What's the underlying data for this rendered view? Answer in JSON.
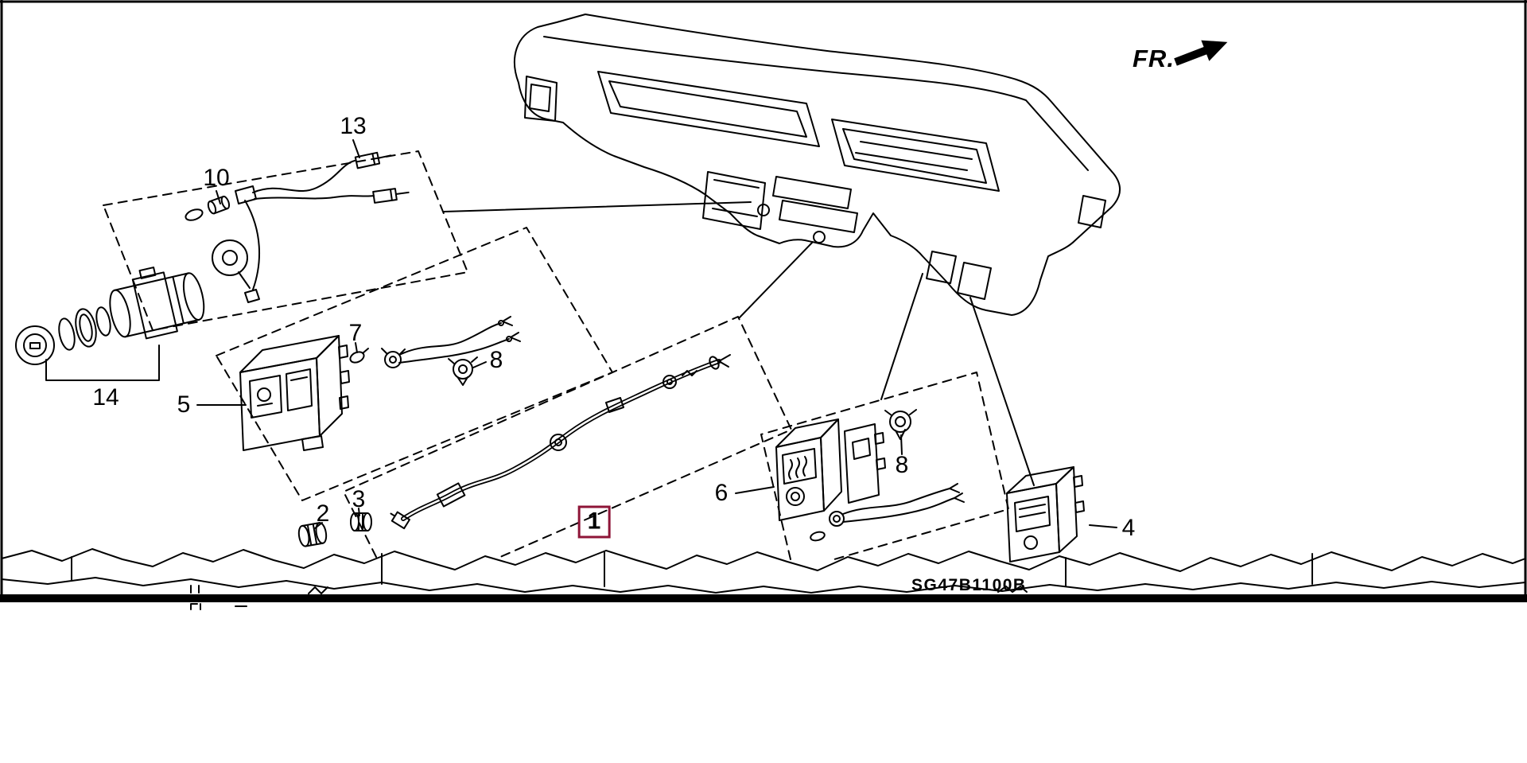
{
  "figure": {
    "kind": "exploded-parts-diagram",
    "direction_label": "FR.",
    "part_code": "SG47B1100B",
    "highlight_color": "#8e1537",
    "callouts": [
      {
        "label": "13",
        "highlighted": false
      },
      {
        "label": "10",
        "highlighted": false
      },
      {
        "label": "14",
        "highlighted": false
      },
      {
        "label": "5",
        "highlighted": false
      },
      {
        "label": "7",
        "highlighted": false
      },
      {
        "label": "8",
        "highlighted": false
      },
      {
        "label": "2",
        "highlighted": false
      },
      {
        "label": "3",
        "highlighted": false
      },
      {
        "label": "1",
        "highlighted": true
      },
      {
        "label": "6",
        "highlighted": false
      },
      {
        "label": "8",
        "highlighted": false
      },
      {
        "label": "4",
        "highlighted": false
      }
    ]
  }
}
